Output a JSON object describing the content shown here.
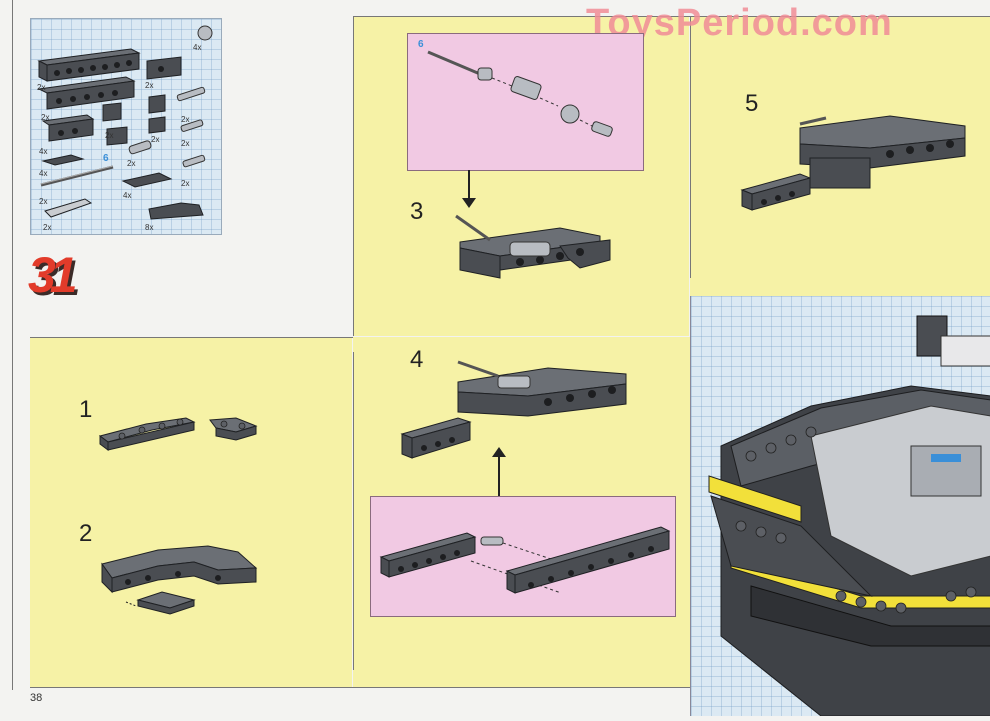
{
  "watermark": "ToysPeriod.com",
  "page_number": "38",
  "main_step": "31",
  "parts": {
    "quantities": [
      "4x",
      "2x",
      "2x",
      "2x",
      "2x",
      "2x",
      "2x",
      "2x",
      "4x",
      "4x",
      "2x",
      "2x",
      "4x",
      "2x",
      "2x",
      "8x"
    ],
    "axle_length": "6"
  },
  "steps": {
    "s1": "1",
    "s2": "2",
    "s3": "3",
    "s4": "4",
    "s5": "5",
    "axle_callout": "6"
  }
}
